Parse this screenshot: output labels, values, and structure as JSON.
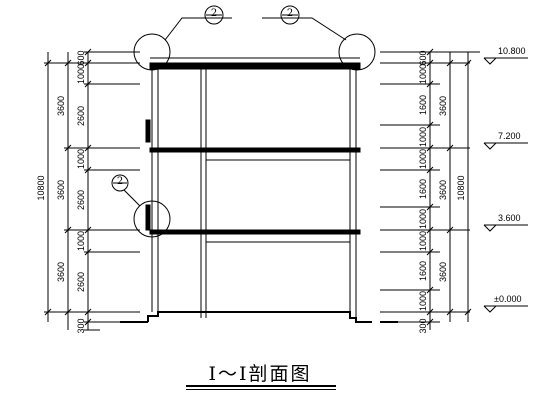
{
  "drawing": {
    "title": "Ⅰ～Ⅰ剖面图",
    "callouts": [
      "2",
      "2",
      "2"
    ],
    "left_dims_outer": [
      "10800"
    ],
    "left_dims_floor": [
      "3600",
      "3600",
      "3600"
    ],
    "left_dims_parts_top": [
      "600",
      "1000",
      "2600"
    ],
    "left_dims_parts_mid": [
      "1000",
      "2600"
    ],
    "left_dims_parts_low": [
      "1000",
      "2600"
    ],
    "left_dim_bottom": "300",
    "right_dims_outer": [
      "10800"
    ],
    "right_dims_floor": [
      "3600",
      "3600",
      "3600"
    ],
    "right_dims_parts_top": [
      "600",
      "1000",
      "1600",
      "1000"
    ],
    "right_dims_parts_mid": [
      "1000",
      "1600",
      "1000"
    ],
    "right_dims_parts_low": [
      "1000",
      "1600",
      "1000"
    ],
    "right_dim_bottom": "300",
    "levels": [
      "10.800",
      "7.200",
      "3.600",
      "±0.000"
    ]
  }
}
